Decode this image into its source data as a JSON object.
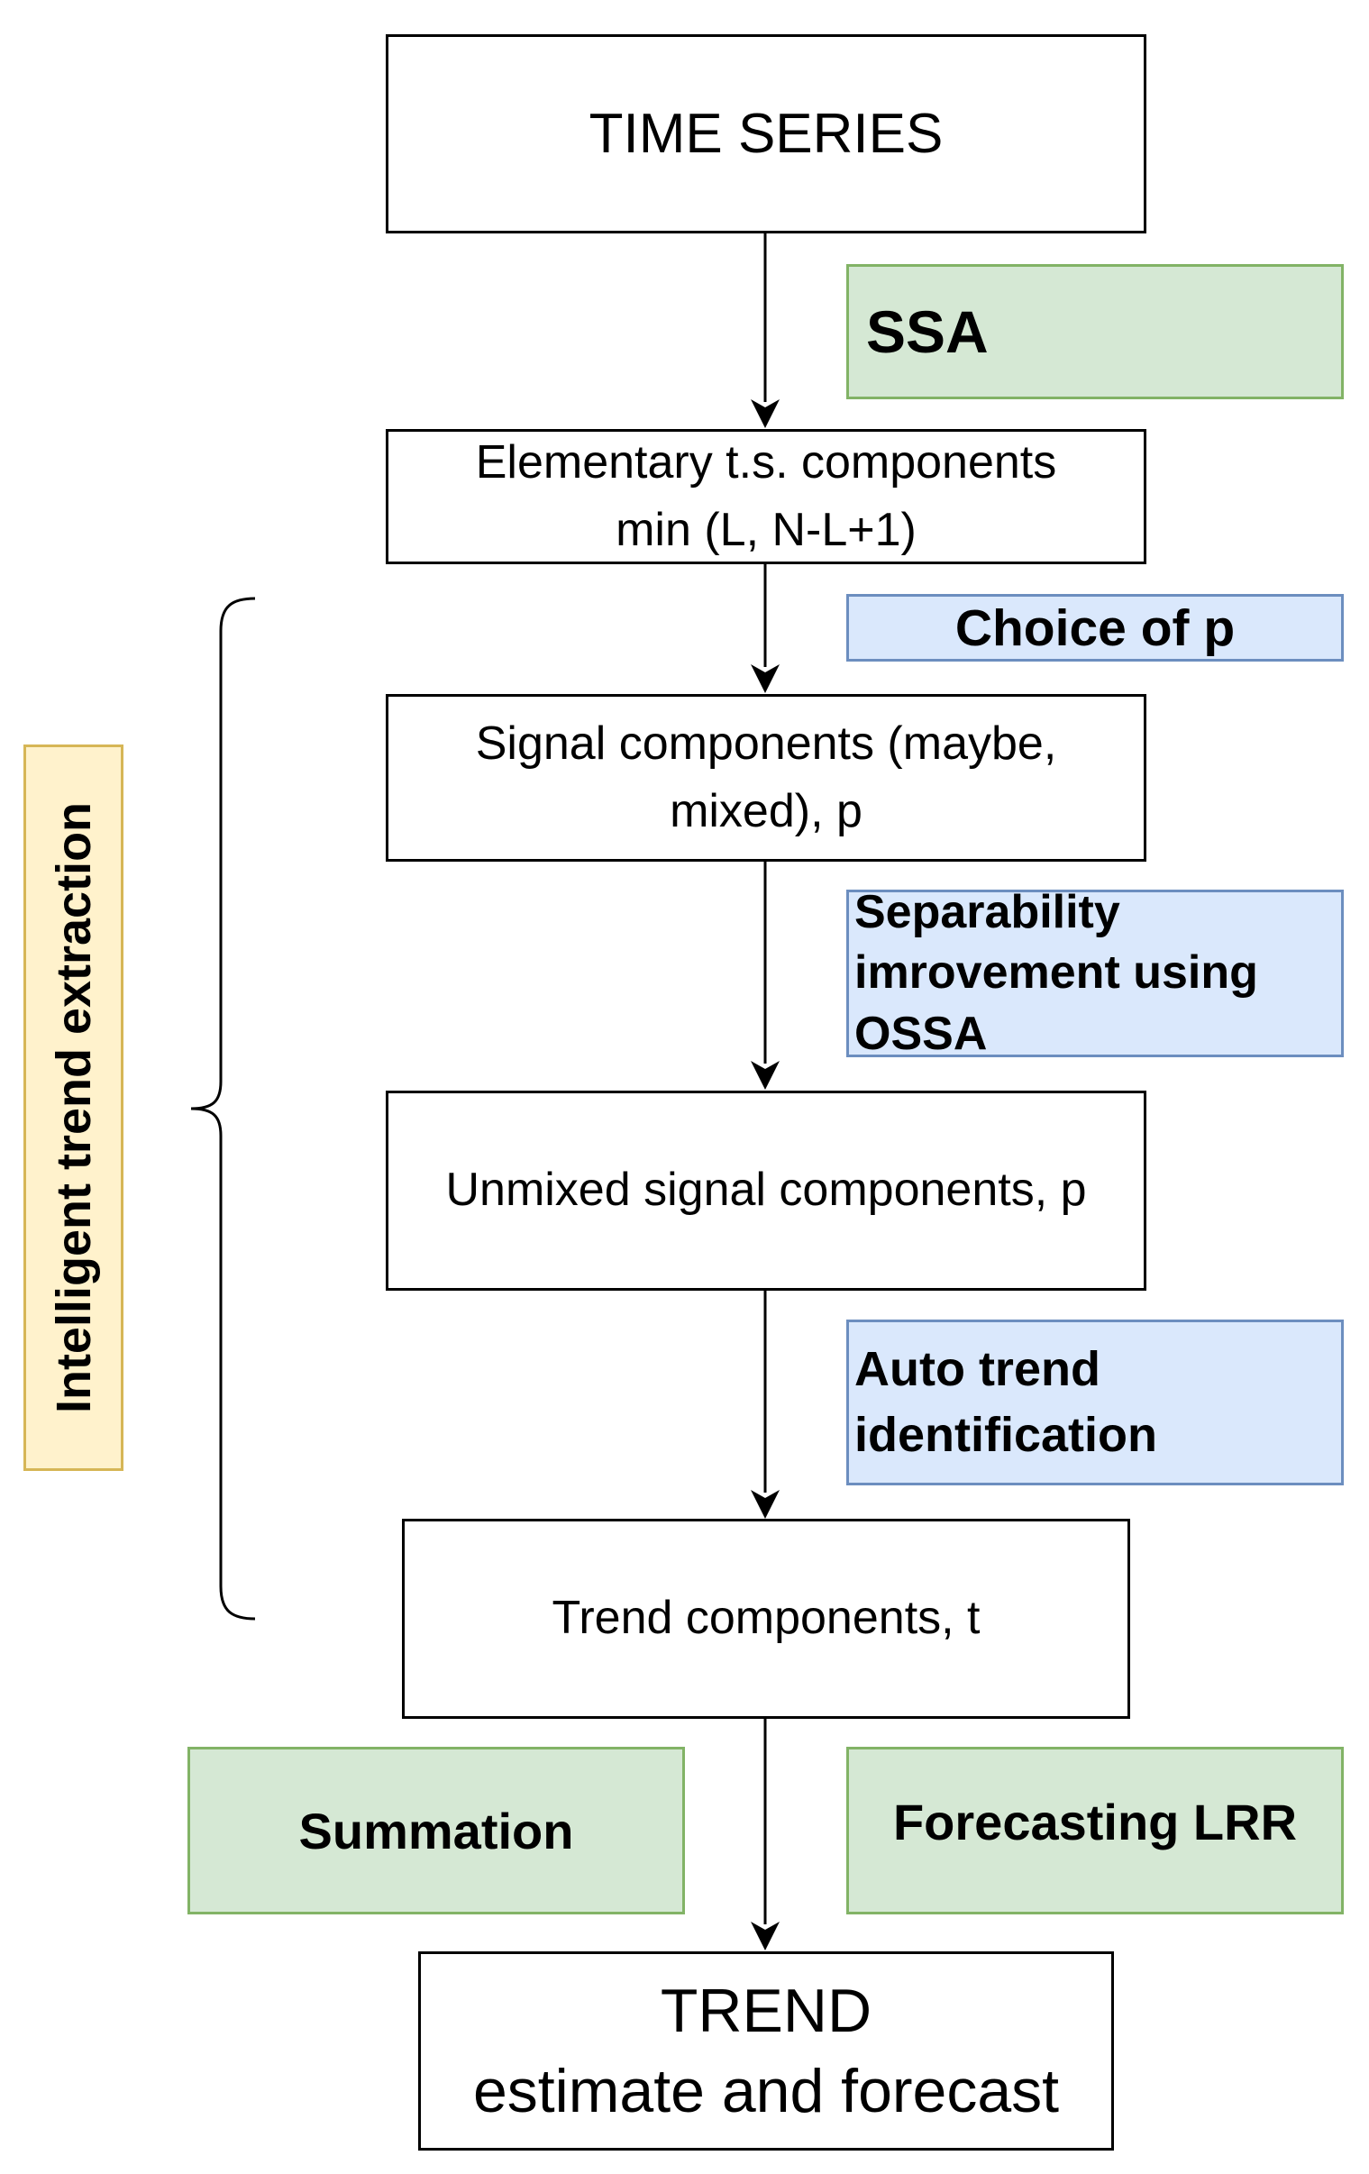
{
  "nodes": {
    "time_series": "TIME SERIES",
    "elementary_line1": "Elementary t.s. components",
    "elementary_line2": "min (L, N-L+1)",
    "signal_line1": "Signal components (maybe,",
    "signal_line2": "mixed), p",
    "unmixed": "Unmixed signal components, p",
    "trend_components": "Trend components, t",
    "trend_line1": "TREND",
    "trend_line2": "estimate and forecast"
  },
  "steps": {
    "ssa": "SSA",
    "choice_of_p": "Choice of p",
    "separability_line1": "Separability",
    "separability_line2": "imrovement using",
    "separability_line3": "OSSA",
    "auto_trend_line1": "Auto trend",
    "auto_trend_line2": "identification",
    "summation": "Summation",
    "forecasting": "Forecasting LRR"
  },
  "side_label": "Intelligent trend extraction",
  "colors": {
    "green_fill": "#d5e8d4",
    "green_border": "#82b366",
    "blue_fill": "#dae8fc",
    "blue_border": "#6c8ebf",
    "yellow_fill": "#fff2cc",
    "yellow_border": "#d6b656"
  }
}
